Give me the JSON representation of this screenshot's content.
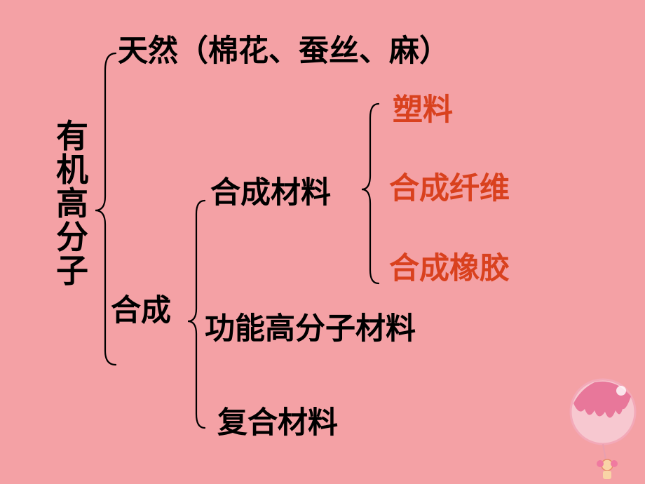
{
  "diagram": {
    "root": [
      "有",
      "机",
      "高",
      "分",
      "子"
    ],
    "natural": "天然（棉花、蚕丝、麻）",
    "synthetic": "合成",
    "synthetic_material": "合成材料",
    "plastic": "塑料",
    "synthetic_fiber": "合成纤维",
    "synthetic_rubber": "合成橡胶",
    "functional_polymer": "功能高分子材料",
    "composite": "复合材料"
  },
  "colors": {
    "background": "#f4a1a5",
    "text": "#000000",
    "highlight": "#d9411e"
  }
}
